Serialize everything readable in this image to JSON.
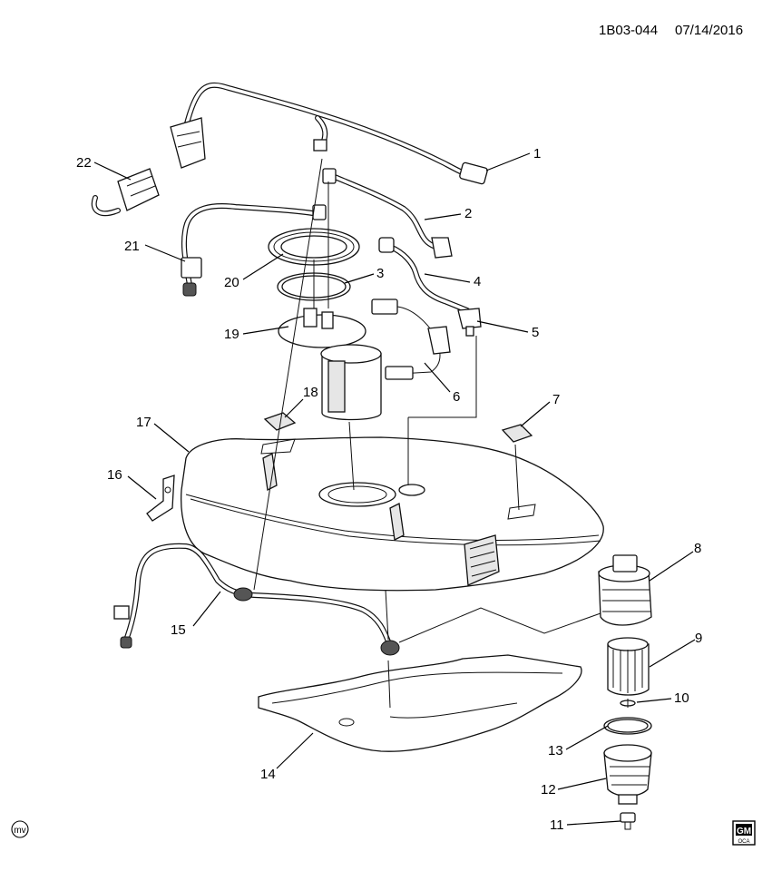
{
  "header": {
    "code": "1B03-044",
    "date": "07/14/2016"
  },
  "callouts": [
    "1",
    "2",
    "3",
    "4",
    "5",
    "6",
    "7",
    "8",
    "9",
    "10",
    "11",
    "12",
    "13",
    "14",
    "15",
    "16",
    "17",
    "18",
    "19",
    "20",
    "21",
    "22"
  ],
  "corner_mark": "mv",
  "logo": {
    "text_top": "GM",
    "text_bottom": "OCA"
  },
  "colors": {
    "line": "#111111",
    "shade": "#e6e6e6",
    "background": "#ffffff"
  }
}
